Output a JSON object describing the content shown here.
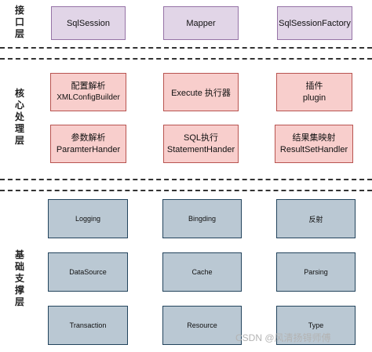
{
  "layers": [
    {
      "label": "接\n口\n层"
    },
    {
      "label": "核\n心\n处\n理\n层"
    },
    {
      "label": "基\n础\n支\n撑\n层"
    }
  ],
  "interface_layer": {
    "boxes": [
      "SqlSession",
      "Mapper",
      "SqlSessionFactory"
    ]
  },
  "core_layer": {
    "row1": [
      {
        "line1": "配置解析",
        "line2": "XMLConfigBuilder"
      },
      {
        "line1": "Execute 执行器",
        "line2": ""
      },
      {
        "line1": "插件",
        "line2": "plugin"
      }
    ],
    "row2": [
      {
        "line1": "参数解析",
        "line2": "ParamterHander"
      },
      {
        "line1": "SQL执行",
        "line2": "StatementHander"
      },
      {
        "line1": "结果集映射",
        "line2": "ResultSetHandler"
      }
    ]
  },
  "support_layer": {
    "row1": [
      "Logging",
      "Bingding",
      "反射"
    ],
    "row2": [
      "DataSource",
      "Cache",
      "Parsing"
    ],
    "row3": [
      "Transaction",
      "Resource",
      "Type"
    ]
  },
  "watermark": "CSDN @风清扬锝师傅",
  "colors": {
    "interface_fill": "#e1d5e7",
    "interface_stroke": "#9673a6",
    "core_fill": "#f8cecc",
    "core_stroke": "#b85450",
    "support_fill": "#bac8d3",
    "support_stroke": "#23445d"
  }
}
